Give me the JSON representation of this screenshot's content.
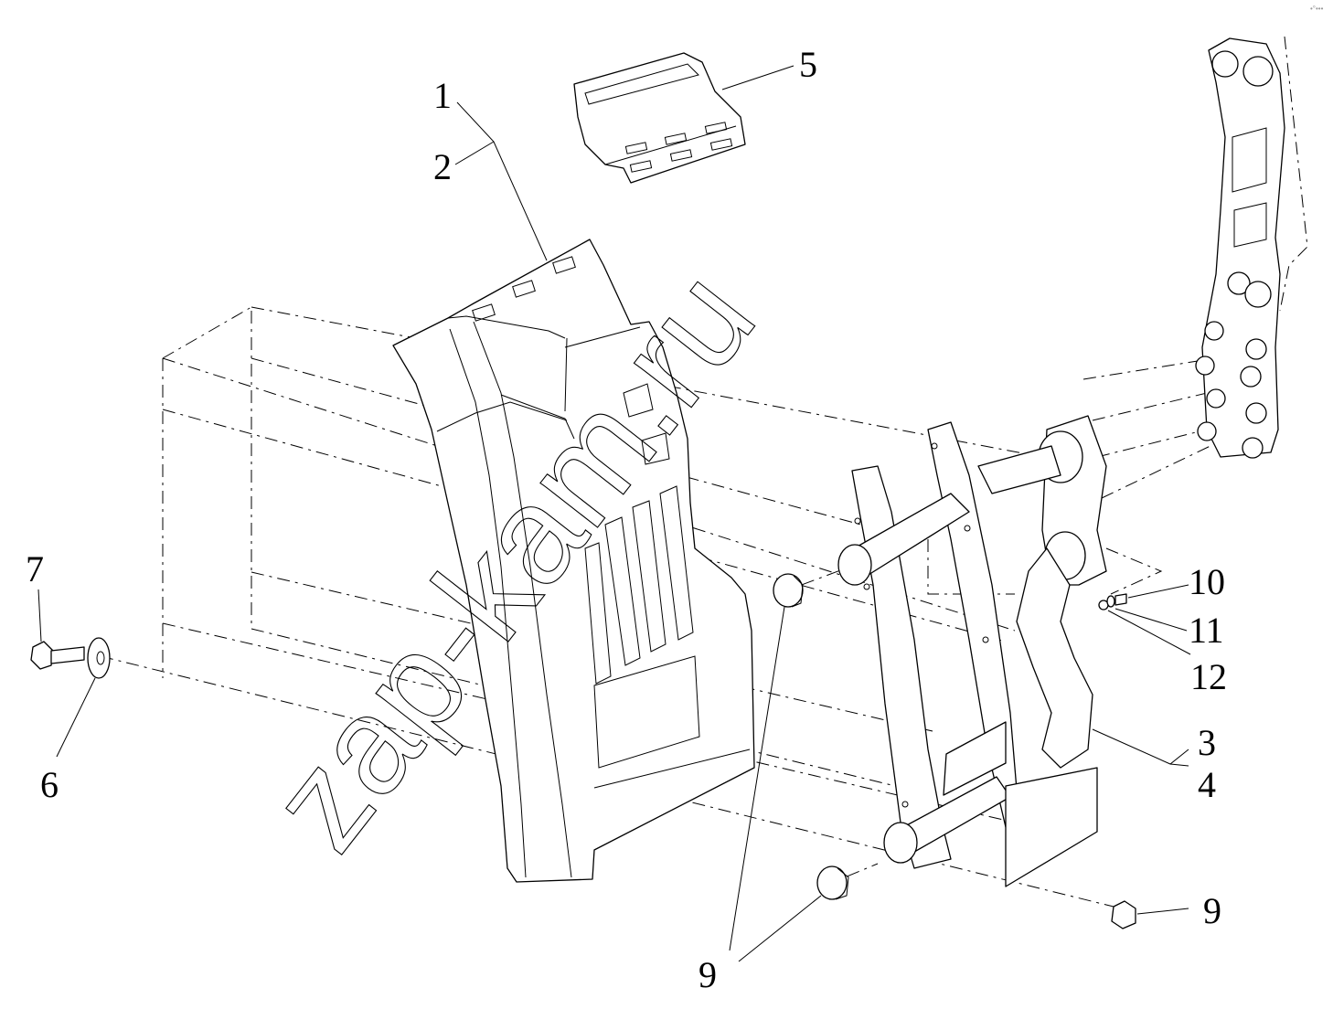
{
  "watermark": "zap-kam.ru",
  "corner_mark": "•°•••",
  "callouts": [
    {
      "id": "c1",
      "text": "1"
    },
    {
      "id": "c2",
      "text": "2"
    },
    {
      "id": "c5",
      "text": "5"
    },
    {
      "id": "c7",
      "text": "7"
    },
    {
      "id": "c6",
      "text": "6"
    },
    {
      "id": "c9a",
      "text": "9"
    },
    {
      "id": "c9b",
      "text": "9"
    },
    {
      "id": "c10",
      "text": "10"
    },
    {
      "id": "c11",
      "text": "11"
    },
    {
      "id": "c12",
      "text": "12"
    },
    {
      "id": "c3",
      "text": "3"
    },
    {
      "id": "c4",
      "text": "4"
    }
  ]
}
